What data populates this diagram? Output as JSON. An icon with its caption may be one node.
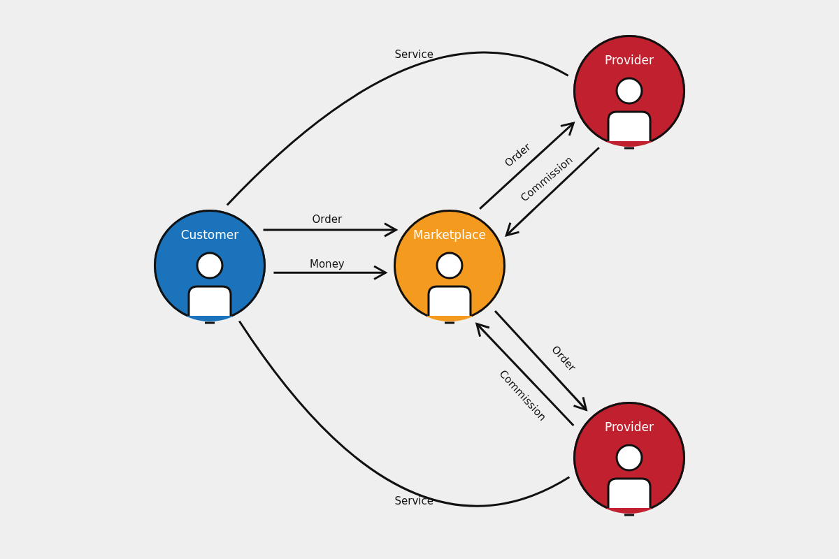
{
  "diagram": {
    "nodes": [
      {
        "text": [
          "Customer"
        ]
      },
      {
        "text": [
          "Marketplace"
        ]
      },
      {
        "text": [
          "Provider"
        ]
      },
      {
        "text": [
          "Provider"
        ]
      }
    ],
    "edges": [
      {
        "from": 0,
        "to": 1,
        "arrow": "to",
        "label": "Order"
      },
      {
        "from": 0,
        "to": 1,
        "arrow": "to",
        "label": "Money"
      },
      {
        "from": 1,
        "to": 2,
        "arrow": "to",
        "label": "Order"
      },
      {
        "from": 2,
        "to": 1,
        "arrow": "to",
        "label": "Commission"
      },
      {
        "from": 1,
        "to": 3,
        "arrow": "to",
        "label": "Order"
      },
      {
        "from": 3,
        "to": 1,
        "arrow": "to",
        "label": "Commission"
      },
      {
        "from": 2,
        "to": 0,
        "arrow": "none",
        "label": "Service"
      },
      {
        "from": 3,
        "to": 0,
        "arrow": "none",
        "label": "Service"
      }
    ]
  }
}
